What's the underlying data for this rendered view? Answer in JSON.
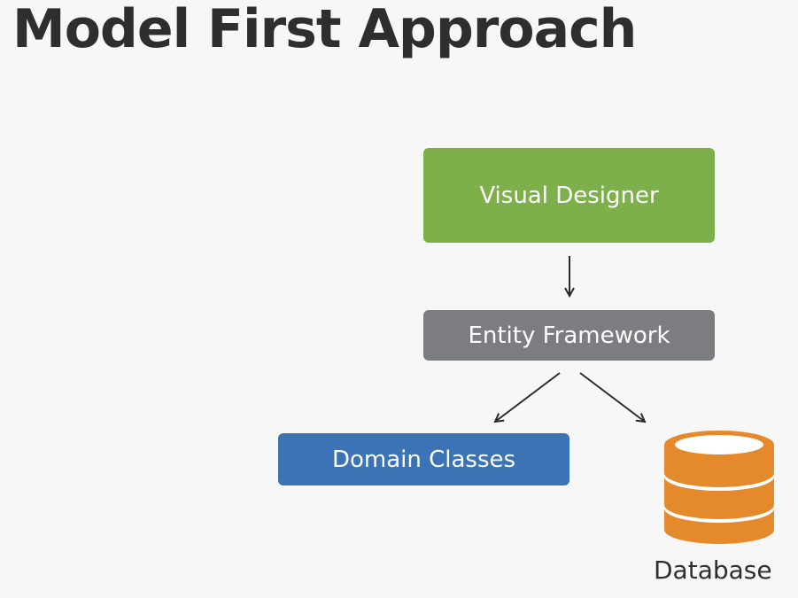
{
  "slide": {
    "title": "Model First Approach"
  },
  "diagram": {
    "nodes": {
      "visual_designer": "Visual Designer",
      "entity_framework": "Entity Framework",
      "domain_classes": "Domain Classes",
      "database": "Database"
    },
    "colors": {
      "visual_designer": "#7db04a",
      "entity_framework": "#7c7d80",
      "domain_classes": "#3c73b5",
      "database": "#e58a2c"
    },
    "icons": [
      "arrow-down-icon",
      "arrow-down-left-icon",
      "arrow-down-right-icon",
      "database-icon"
    ]
  }
}
